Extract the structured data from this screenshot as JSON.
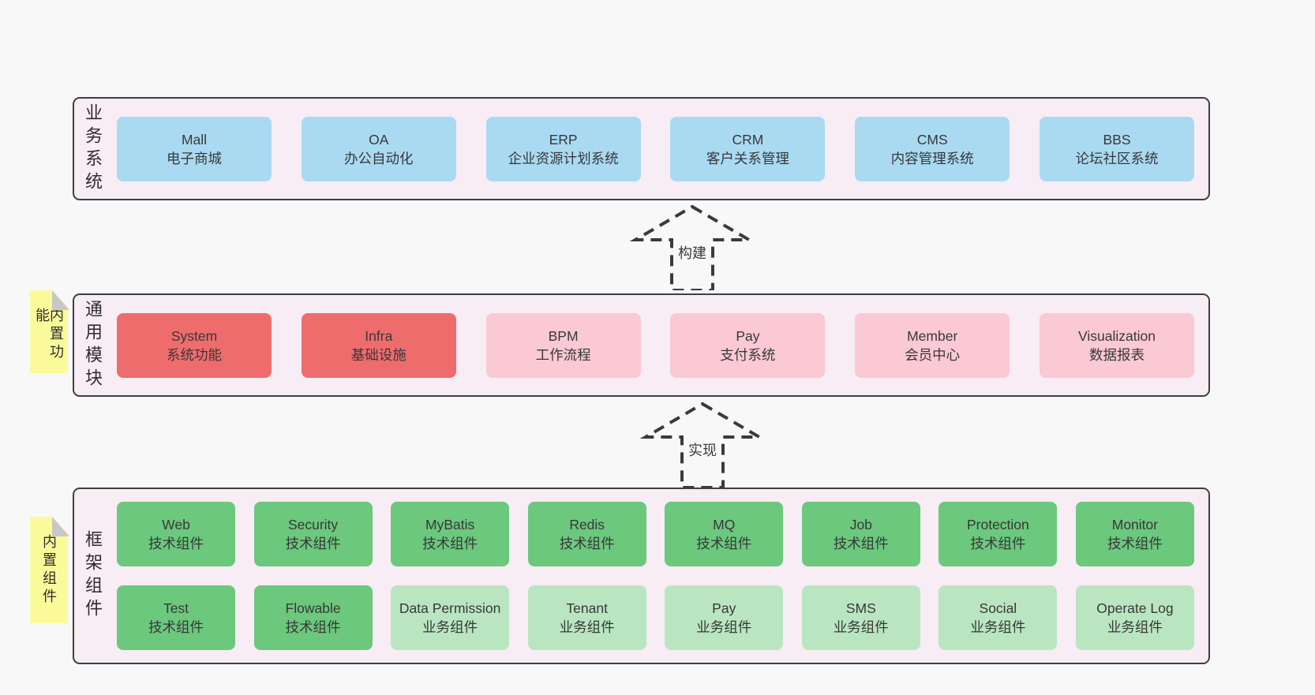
{
  "colors": {
    "page_bg": "#f8f8f8",
    "band_bg": "#f8ecf5",
    "band_border": "#3f3f3f",
    "business_blue": "#a9daf2",
    "core_red": "#ef6c6c",
    "module_pink": "#fac9d3",
    "tech_green": "#6bc87d",
    "biz_light_green": "#b9e6c1",
    "note_yellow": "#fafa9b",
    "note_fold_gray": "#c7c7c7"
  },
  "notes": [
    {
      "label": "内置功能"
    },
    {
      "label": "内置组件"
    }
  ],
  "arrows": [
    {
      "label": "构建"
    },
    {
      "label": "实现"
    }
  ],
  "bands": [
    {
      "label": "业务系统",
      "boxes": [
        {
          "name": "Mall",
          "sub": "电子商城"
        },
        {
          "name": "OA",
          "sub": "办公自动化"
        },
        {
          "name": "ERP",
          "sub": "企业资源计划系统"
        },
        {
          "name": "CRM",
          "sub": "客户关系管理"
        },
        {
          "name": "CMS",
          "sub": "内容管理系统"
        },
        {
          "name": "BBS",
          "sub": "论坛社区系统"
        }
      ]
    },
    {
      "label": "通用模块",
      "boxes": [
        {
          "name": "System",
          "sub": "系统功能"
        },
        {
          "name": "Infra",
          "sub": "基础设施"
        },
        {
          "name": "BPM",
          "sub": "工作流程"
        },
        {
          "name": "Pay",
          "sub": "支付系统"
        },
        {
          "name": "Member",
          "sub": "会员中心"
        },
        {
          "name": "Visualization",
          "sub": "数据报表"
        }
      ]
    },
    {
      "label": "框架组件",
      "rows": [
        [
          {
            "name": "Web",
            "sub": "技术组件"
          },
          {
            "name": "Security",
            "sub": "技术组件"
          },
          {
            "name": "MyBatis",
            "sub": "技术组件"
          },
          {
            "name": "Redis",
            "sub": "技术组件"
          },
          {
            "name": "MQ",
            "sub": "技术组件"
          },
          {
            "name": "Job",
            "sub": "技术组件"
          },
          {
            "name": "Protection",
            "sub": "技术组件"
          },
          {
            "name": "Monitor",
            "sub": "技术组件"
          }
        ],
        [
          {
            "name": "Test",
            "sub": "技术组件"
          },
          {
            "name": "Flowable",
            "sub": "技术组件"
          },
          {
            "name": "Data Permission",
            "sub": "业务组件"
          },
          {
            "name": "Tenant",
            "sub": "业务组件"
          },
          {
            "name": "Pay",
            "sub": "业务组件"
          },
          {
            "name": "SMS",
            "sub": "业务组件"
          },
          {
            "name": "Social",
            "sub": "业务组件"
          },
          {
            "name": "Operate Log",
            "sub": "业务组件"
          }
        ]
      ]
    }
  ]
}
